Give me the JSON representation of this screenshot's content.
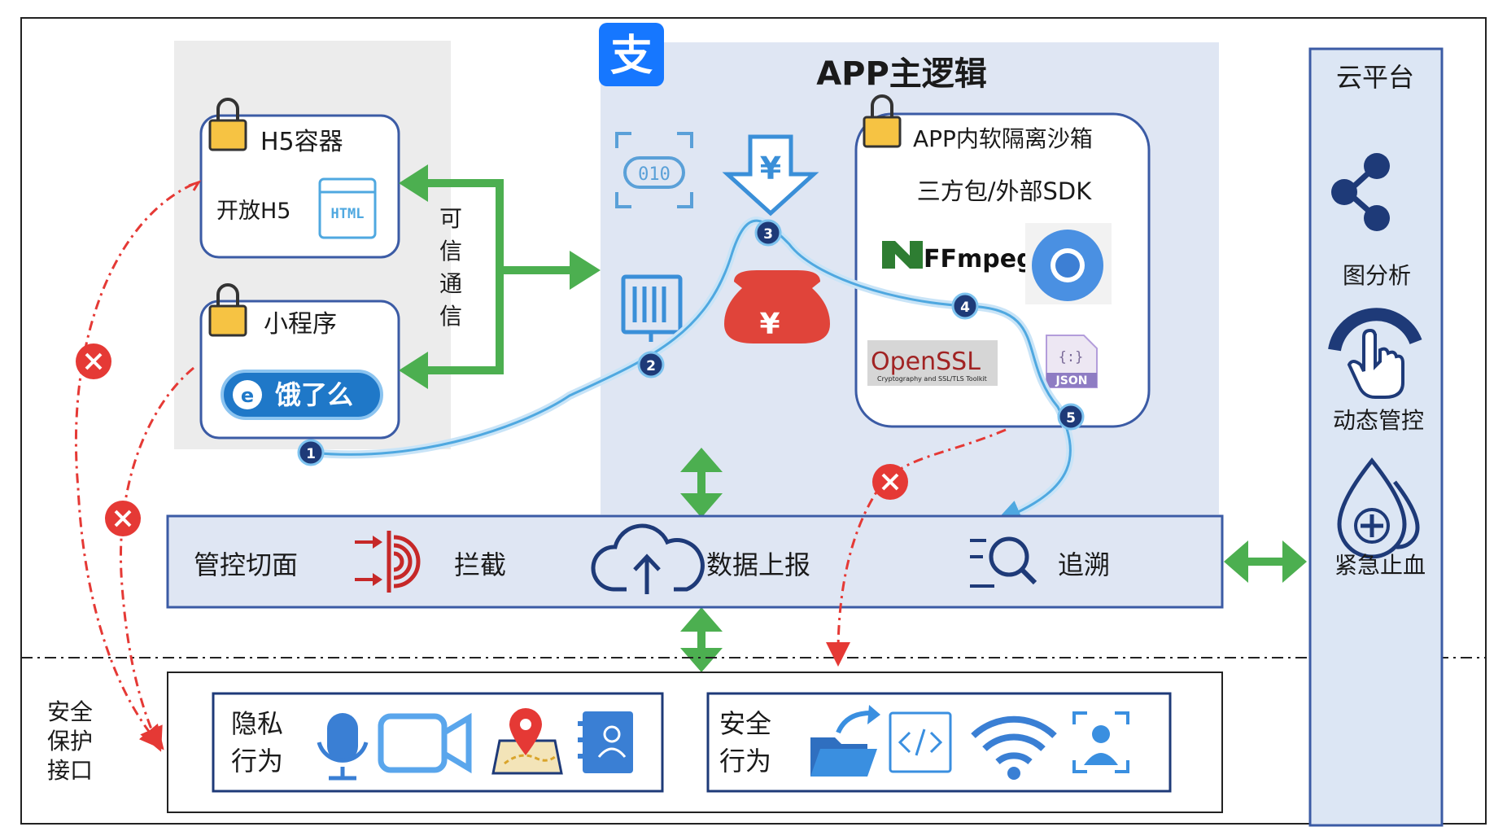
{
  "app_logo": "支",
  "app_title": "APP主逻辑",
  "h5": {
    "title": "H5容器",
    "open_label": "开放H5",
    "html_badge": "HTML",
    "icon": "lock-icon"
  },
  "mini": {
    "title": "小程序",
    "logo_text": "饿了么",
    "icon": "lock-icon"
  },
  "trusted_comm": [
    "可",
    "信",
    "通",
    "信"
  ],
  "sandbox": {
    "title": "APP内软隔离沙箱",
    "subtitle": "三方包/外部SDK",
    "ffmpeg": "FFmpeg",
    "openssl_main": "OpenSSL",
    "openssl_sub": "Cryptography and SSL/TLS Toolkit",
    "json_label": "JSON",
    "json_symbol": "{:}"
  },
  "markers": [
    "1",
    "2",
    "3",
    "4",
    "5"
  ],
  "control_bar": {
    "title": "管控切面",
    "intercept": "拦截",
    "report": "数据上报",
    "trace": "追溯"
  },
  "cloud": {
    "title": "云平台",
    "graph": "图分析",
    "dynamic": "动态管控",
    "emergency": "紧急止血"
  },
  "interface_label": [
    "安全",
    "保护",
    "接口"
  ],
  "privacy": {
    "label": [
      "隐私",
      "行为"
    ],
    "icons": [
      "microphone-icon",
      "camera-icon",
      "location-map-icon",
      "contacts-icon"
    ]
  },
  "security": {
    "label": [
      "安全",
      "行为"
    ],
    "icons": [
      "file-share-icon",
      "code-icon",
      "wifi-icon",
      "face-scan-icon"
    ]
  },
  "colors": {
    "green_arrow": "#4caf50",
    "blue_path": "#4fa8e0",
    "red_dash": "#e53935",
    "navy": "#1e3a78",
    "panel_bg": "#dfe6f3",
    "cloud_bg": "#dce6f4"
  }
}
